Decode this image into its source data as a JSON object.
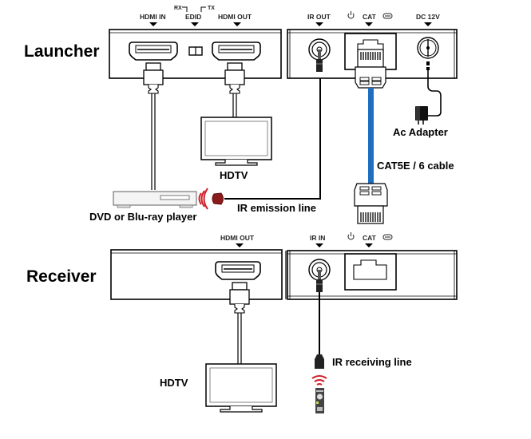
{
  "labels": {
    "launcher": "Launcher",
    "receiver": "Receiver",
    "ac_adapter": "Ac Adapter",
    "cat_cable": "CAT5E / 6 cable",
    "hdtv_top": "HDTV",
    "hdtv_bottom": "HDTV",
    "dvd_player": "DVD or Blu-ray player",
    "ir_emission": "IR emission line",
    "ir_receiving": "IR receiving line"
  },
  "launcher_ports": {
    "hdmi_in": "HDMI IN",
    "edid": "EDID",
    "edid_rx": "RX",
    "edid_tx": "TX",
    "hdmi_out": "HDMI OUT",
    "ir_out": "IR OUT",
    "cat": "CAT",
    "dc": "DC 12V"
  },
  "receiver_ports": {
    "hdmi_out": "HDMI OUT",
    "ir_in": "IR IN",
    "cat": "CAT"
  },
  "colors": {
    "cat_cable": "#1f6fc0",
    "ir_emitter": "#8b1a1a",
    "ir_signal": "#d0202a"
  }
}
